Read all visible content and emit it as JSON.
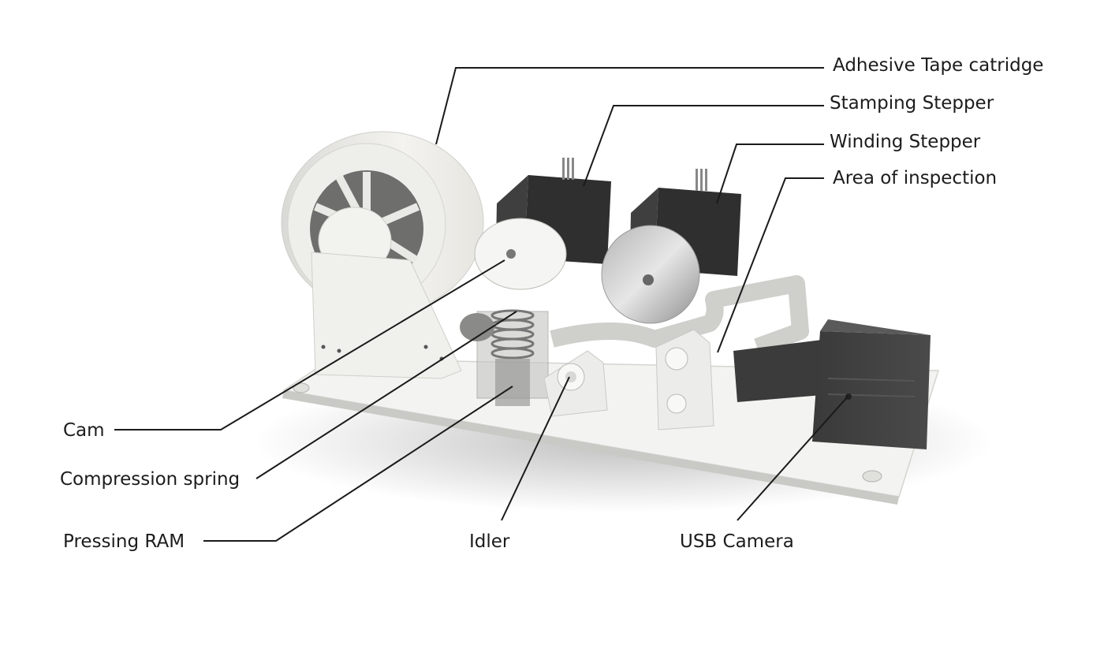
{
  "diagram": {
    "labels": {
      "adhesive_tape": "Adhesive Tape catridge",
      "stamping_stepper": "Stamping Stepper",
      "winding_stepper": "Winding Stepper",
      "area_inspection": "Area of inspection",
      "cam": "Cam",
      "compression_spring": "Compression spring",
      "pressing_ram": "Pressing RAM",
      "idler": "Idler",
      "usb_camera": "USB Camera"
    }
  }
}
